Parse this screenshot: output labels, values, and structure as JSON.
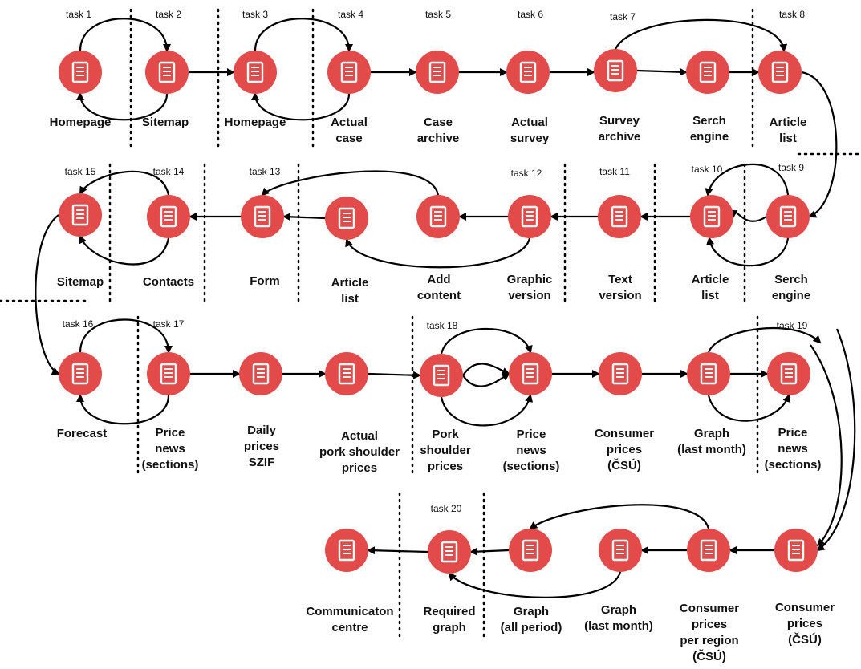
{
  "tasks": [
    {
      "id": "task-1",
      "label": "task 1"
    },
    {
      "id": "task-2",
      "label": "task 2"
    },
    {
      "id": "task-3",
      "label": "task 3"
    },
    {
      "id": "task-4",
      "label": "task 4"
    },
    {
      "id": "task-5",
      "label": "task 5"
    },
    {
      "id": "task-6",
      "label": "task 6"
    },
    {
      "id": "task-7",
      "label": "task 7"
    },
    {
      "id": "task-8",
      "label": "task 8"
    },
    {
      "id": "task-9",
      "label": "task 9"
    },
    {
      "id": "task-10",
      "label": "task 10"
    },
    {
      "id": "task-11",
      "label": "task 11"
    },
    {
      "id": "task-12",
      "label": "task 12"
    },
    {
      "id": "task-13",
      "label": "task 13"
    },
    {
      "id": "task-14",
      "label": "task 14"
    },
    {
      "id": "task-15",
      "label": "task 15"
    },
    {
      "id": "task-16",
      "label": "task 16"
    },
    {
      "id": "task-17",
      "label": "task 17"
    },
    {
      "id": "task-18",
      "label": "task 18"
    },
    {
      "id": "task-19",
      "label": "task 19"
    },
    {
      "id": "task-20",
      "label": "task 20"
    }
  ],
  "nodes": [
    {
      "id": "n1",
      "lines": [
        "Homepage"
      ]
    },
    {
      "id": "n2",
      "lines": [
        "Sitemap"
      ]
    },
    {
      "id": "n3",
      "lines": [
        "Homepage"
      ]
    },
    {
      "id": "n4",
      "lines": [
        "Actual",
        "case"
      ]
    },
    {
      "id": "n5",
      "lines": [
        "Case",
        "archive"
      ]
    },
    {
      "id": "n6",
      "lines": [
        "Actual",
        "survey"
      ]
    },
    {
      "id": "n7",
      "lines": [
        "Survey",
        "archive"
      ]
    },
    {
      "id": "n8",
      "lines": [
        "Serch",
        "engine"
      ]
    },
    {
      "id": "n9",
      "lines": [
        "Article",
        "list"
      ]
    },
    {
      "id": "n10",
      "lines": [
        "Serch",
        "engine"
      ]
    },
    {
      "id": "n11",
      "lines": [
        "Article",
        "list"
      ]
    },
    {
      "id": "n12",
      "lines": [
        "Text",
        "version"
      ]
    },
    {
      "id": "n13",
      "lines": [
        "Graphic",
        "version"
      ]
    },
    {
      "id": "n14",
      "lines": [
        "Add",
        "content"
      ]
    },
    {
      "id": "n15",
      "lines": [
        "Article",
        "list"
      ]
    },
    {
      "id": "n16",
      "lines": [
        "Form"
      ]
    },
    {
      "id": "n17",
      "lines": [
        "Contacts"
      ]
    },
    {
      "id": "n18",
      "lines": [
        "Sitemap"
      ]
    },
    {
      "id": "n19",
      "lines": [
        "Forecast"
      ]
    },
    {
      "id": "n20",
      "lines": [
        "Price",
        "news",
        "(sections)"
      ]
    },
    {
      "id": "n21",
      "lines": [
        "Daily",
        "prices",
        "SZIF"
      ]
    },
    {
      "id": "n22",
      "lines": [
        "Actual",
        "pork shoulder",
        "prices"
      ]
    },
    {
      "id": "n23",
      "lines": [
        "Pork",
        "shoulder",
        "prices"
      ]
    },
    {
      "id": "n24",
      "lines": [
        "Price",
        "news",
        "(sections)"
      ]
    },
    {
      "id": "n25",
      "lines": [
        "Consumer",
        "prices",
        "(ČSÚ)"
      ]
    },
    {
      "id": "n26",
      "lines": [
        "Graph",
        "(last month)"
      ]
    },
    {
      "id": "n27",
      "lines": [
        "Price",
        "news",
        "(sections)"
      ]
    },
    {
      "id": "n28",
      "lines": [
        "Consumer",
        "prices",
        "(ČSÚ)"
      ]
    },
    {
      "id": "n29",
      "lines": [
        "Consumer",
        "prices",
        "per region",
        "(ČSÚ)"
      ]
    },
    {
      "id": "n30",
      "lines": [
        "Graph",
        "(last month)"
      ]
    },
    {
      "id": "n31",
      "lines": [
        "Graph",
        "(all period)"
      ]
    },
    {
      "id": "n32",
      "lines": [
        "Required",
        "graph"
      ]
    },
    {
      "id": "n33",
      "lines": [
        "Communicaton",
        "centre"
      ]
    }
  ]
}
